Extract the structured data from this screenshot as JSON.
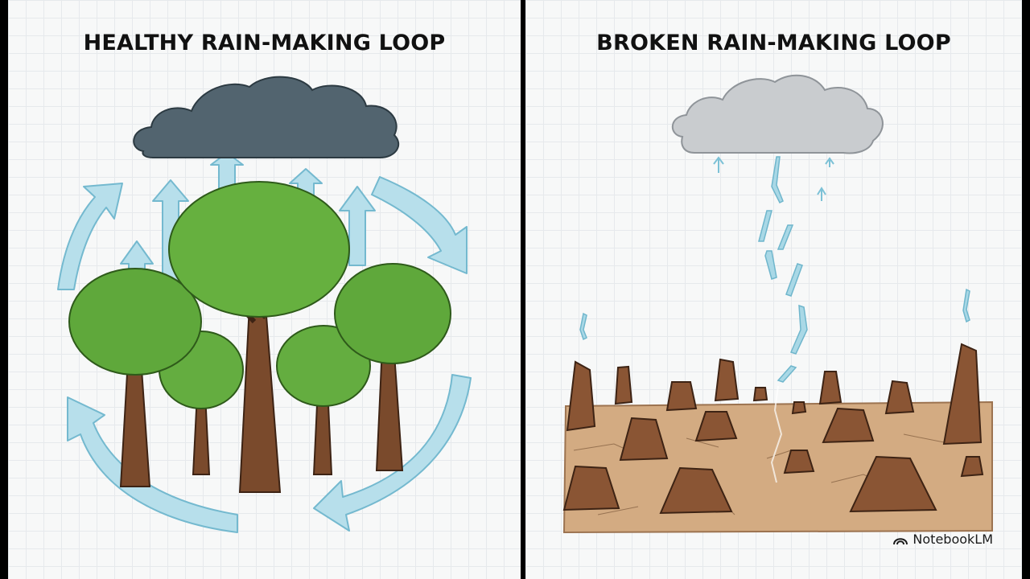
{
  "left_panel": {
    "title": "HEALTHY RAIN-MAKING LOOP"
  },
  "right_panel": {
    "title": "BROKEN RAIN-MAKING LOOP"
  },
  "branding": {
    "label": "NotebookLM",
    "icon": "notebooklm-logo-icon"
  },
  "colors": {
    "storm_cloud": "#4f6470",
    "pale_cloud": "#c9cccf",
    "arrow_blue": "#a9d8e6",
    "arrow_stroke": "#6fb6cc",
    "foliage": "#5fa83b",
    "trunk": "#7a4a2c",
    "dry_soil": "#cfa57b"
  }
}
